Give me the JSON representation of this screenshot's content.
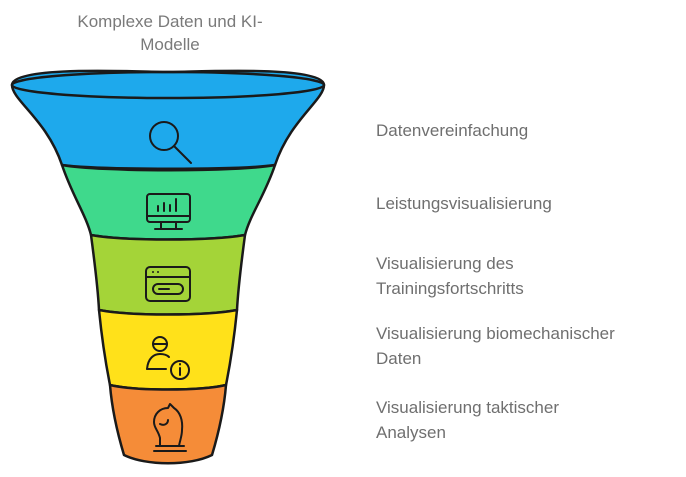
{
  "diagram": {
    "top_label": "Komplexe Daten und KI-\nModelle",
    "stages": [
      {
        "label": "Datenvereinfachung",
        "icon": "magnifying-glass-icon",
        "color": "#1EA9EC"
      },
      {
        "label": "Leistungsvisualisierung",
        "icon": "monitor-bar-chart-icon",
        "color": "#3FD98C"
      },
      {
        "label": "Visualisierung des\nTrainingsfortschritts",
        "icon": "progress-window-icon",
        "color": "#A4D438"
      },
      {
        "label": "Visualisierung biomechanischer\nDaten",
        "icon": "user-info-icon",
        "color": "#FFE11A"
      },
      {
        "label": "Visualisierung taktischer\nAnalysen",
        "icon": "chess-knight-icon",
        "color": "#F58C38"
      }
    ],
    "outline_color": "#1a1a1a"
  }
}
